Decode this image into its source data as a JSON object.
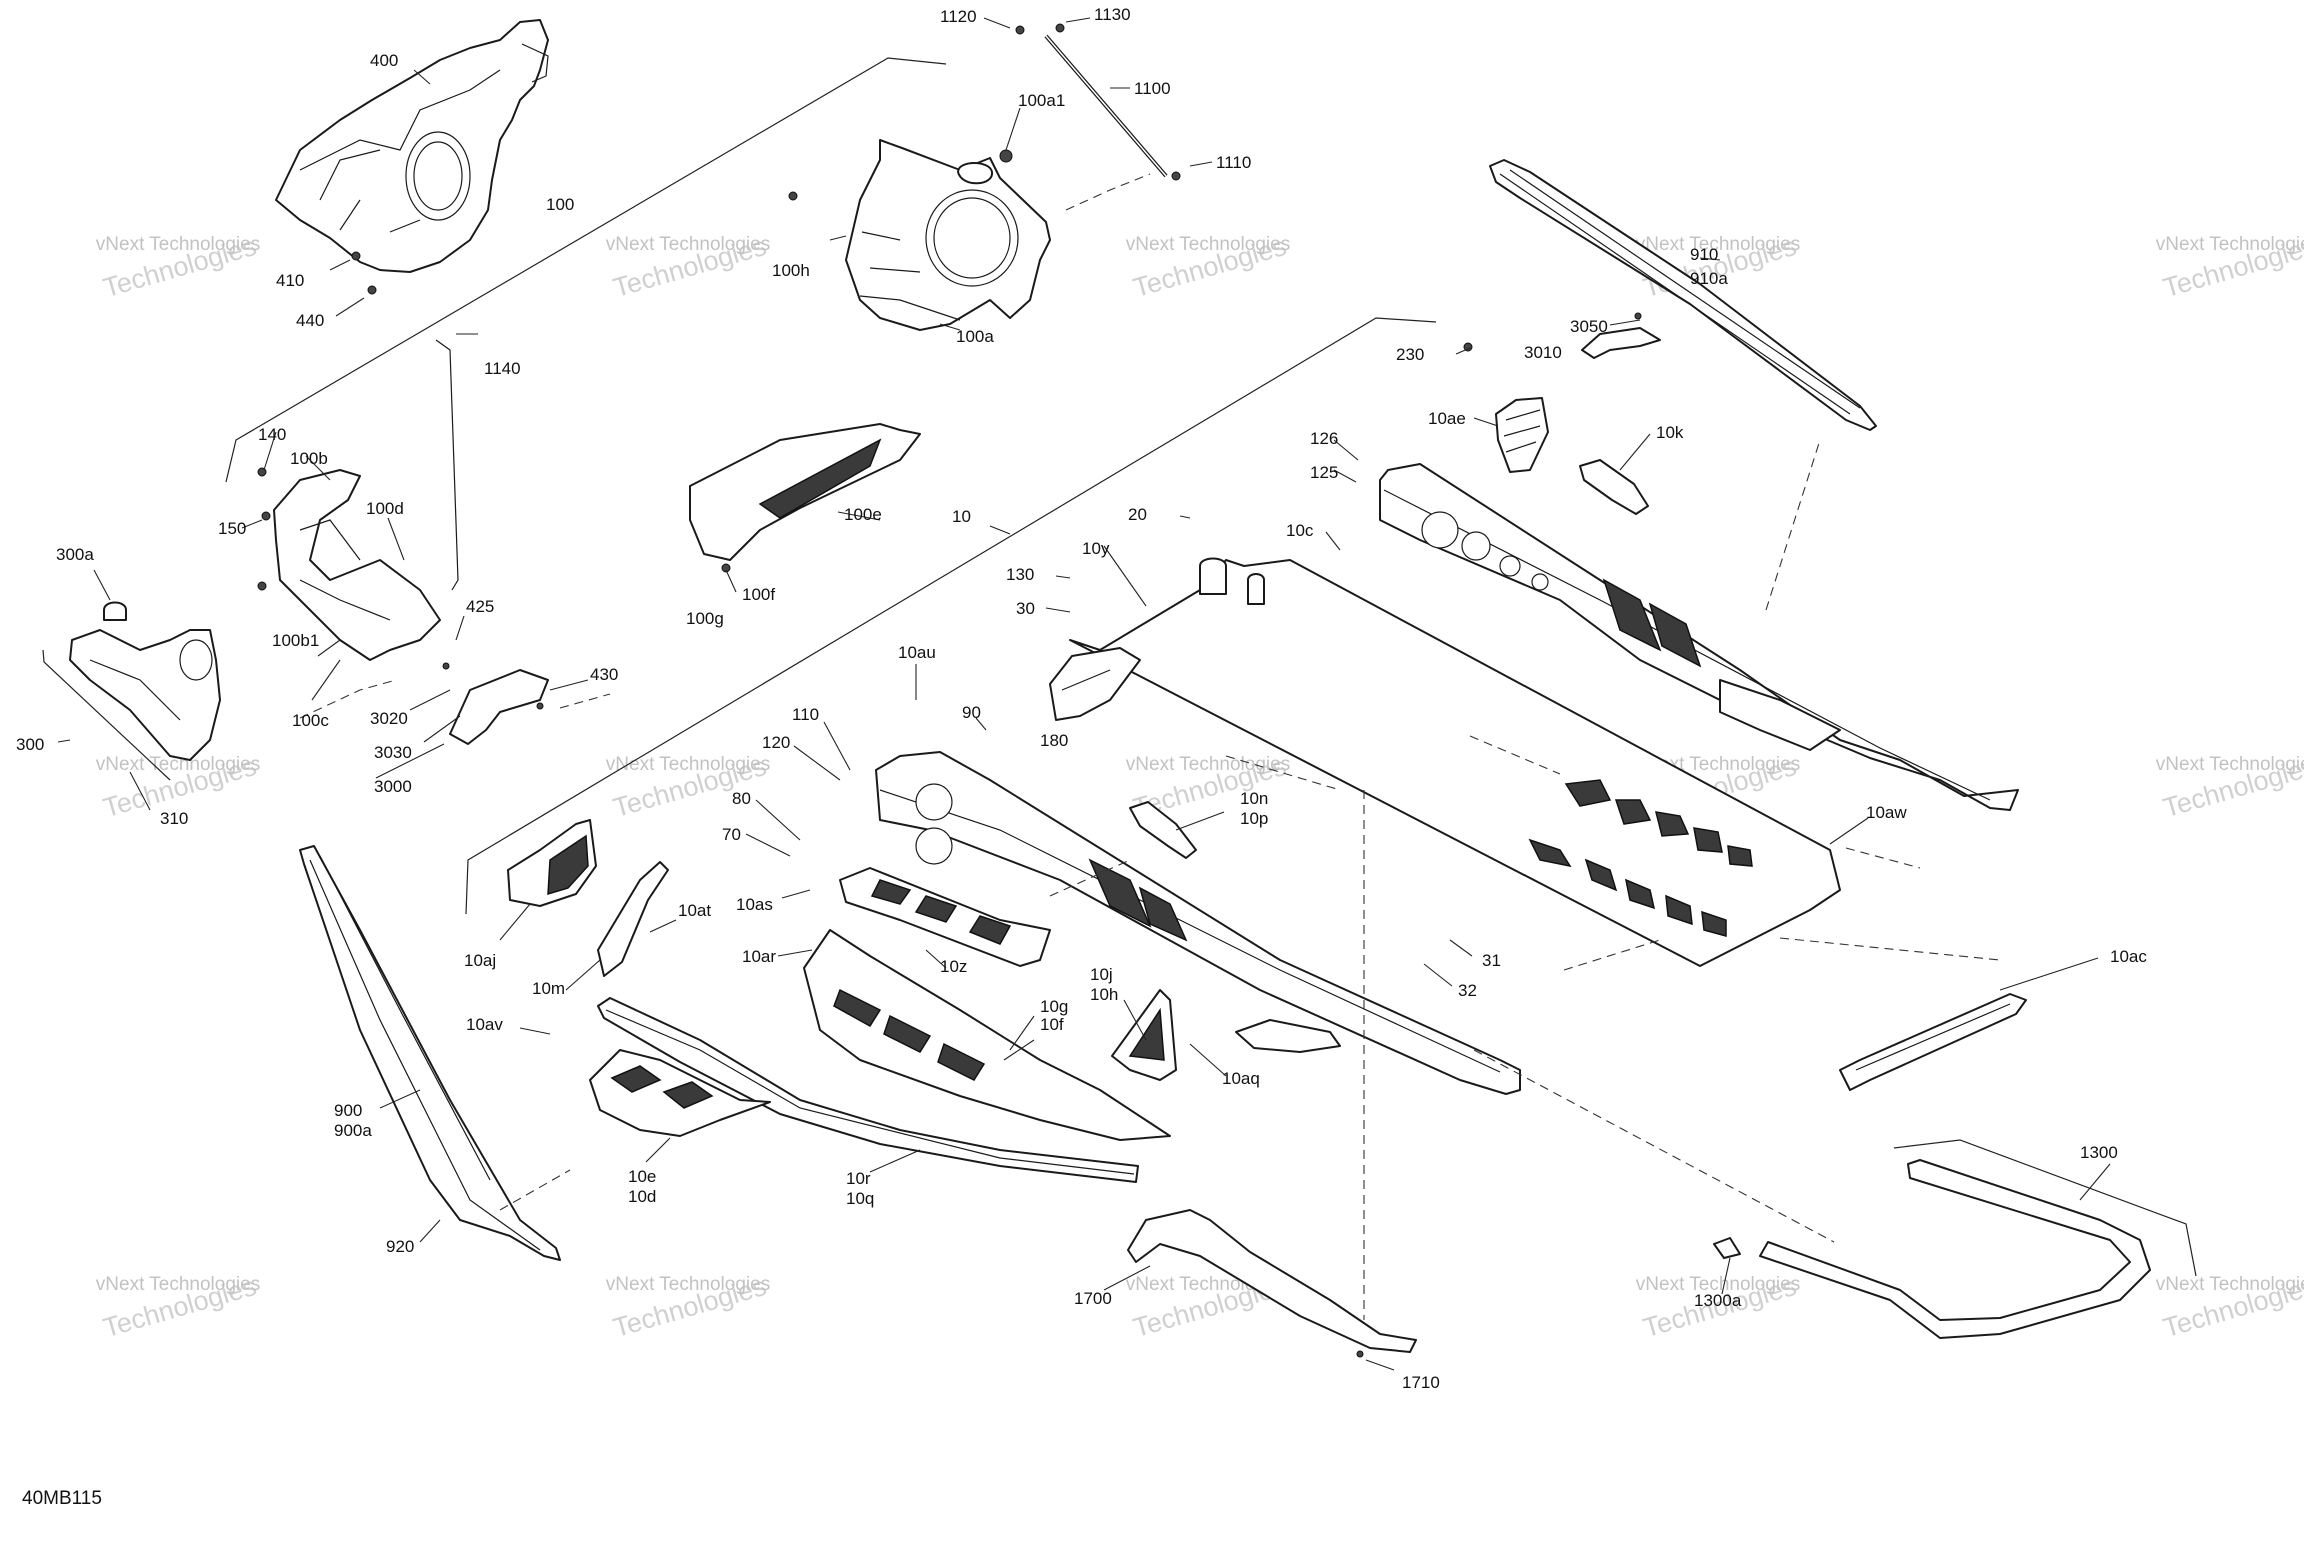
{
  "diagram_code": "40MB115",
  "watermark": {
    "line1": "vNext Technologies",
    "line2": "Technologies"
  },
  "callouts": [
    "1120",
    "1130",
    "1100",
    "100a1",
    "1110",
    "400",
    "100",
    "100h",
    "100a",
    "410",
    "440",
    "910",
    "910a",
    "3050",
    "3010",
    "230",
    "10ae",
    "10k",
    "1140",
    "140",
    "100b",
    "150",
    "100d",
    "100e",
    "100f",
    "100g",
    "126",
    "125",
    "20",
    "10c",
    "10y",
    "130",
    "30",
    "10",
    "300a",
    "425",
    "100b1",
    "430",
    "3020",
    "3030",
    "3000",
    "100c",
    "300",
    "310",
    "10au",
    "90",
    "110",
    "120",
    "180",
    "80",
    "70",
    "10as",
    "10n",
    "10p",
    "10aw",
    "10at",
    "10aj",
    "10m",
    "10ar",
    "10z",
    "31",
    "32",
    "10ac",
    "10av",
    "10j",
    "10h",
    "10g",
    "10f",
    "10aq",
    "900",
    "900a",
    "10e",
    "10d",
    "10r",
    "10q",
    "1300",
    "920",
    "1700",
    "1300a",
    "1710"
  ]
}
